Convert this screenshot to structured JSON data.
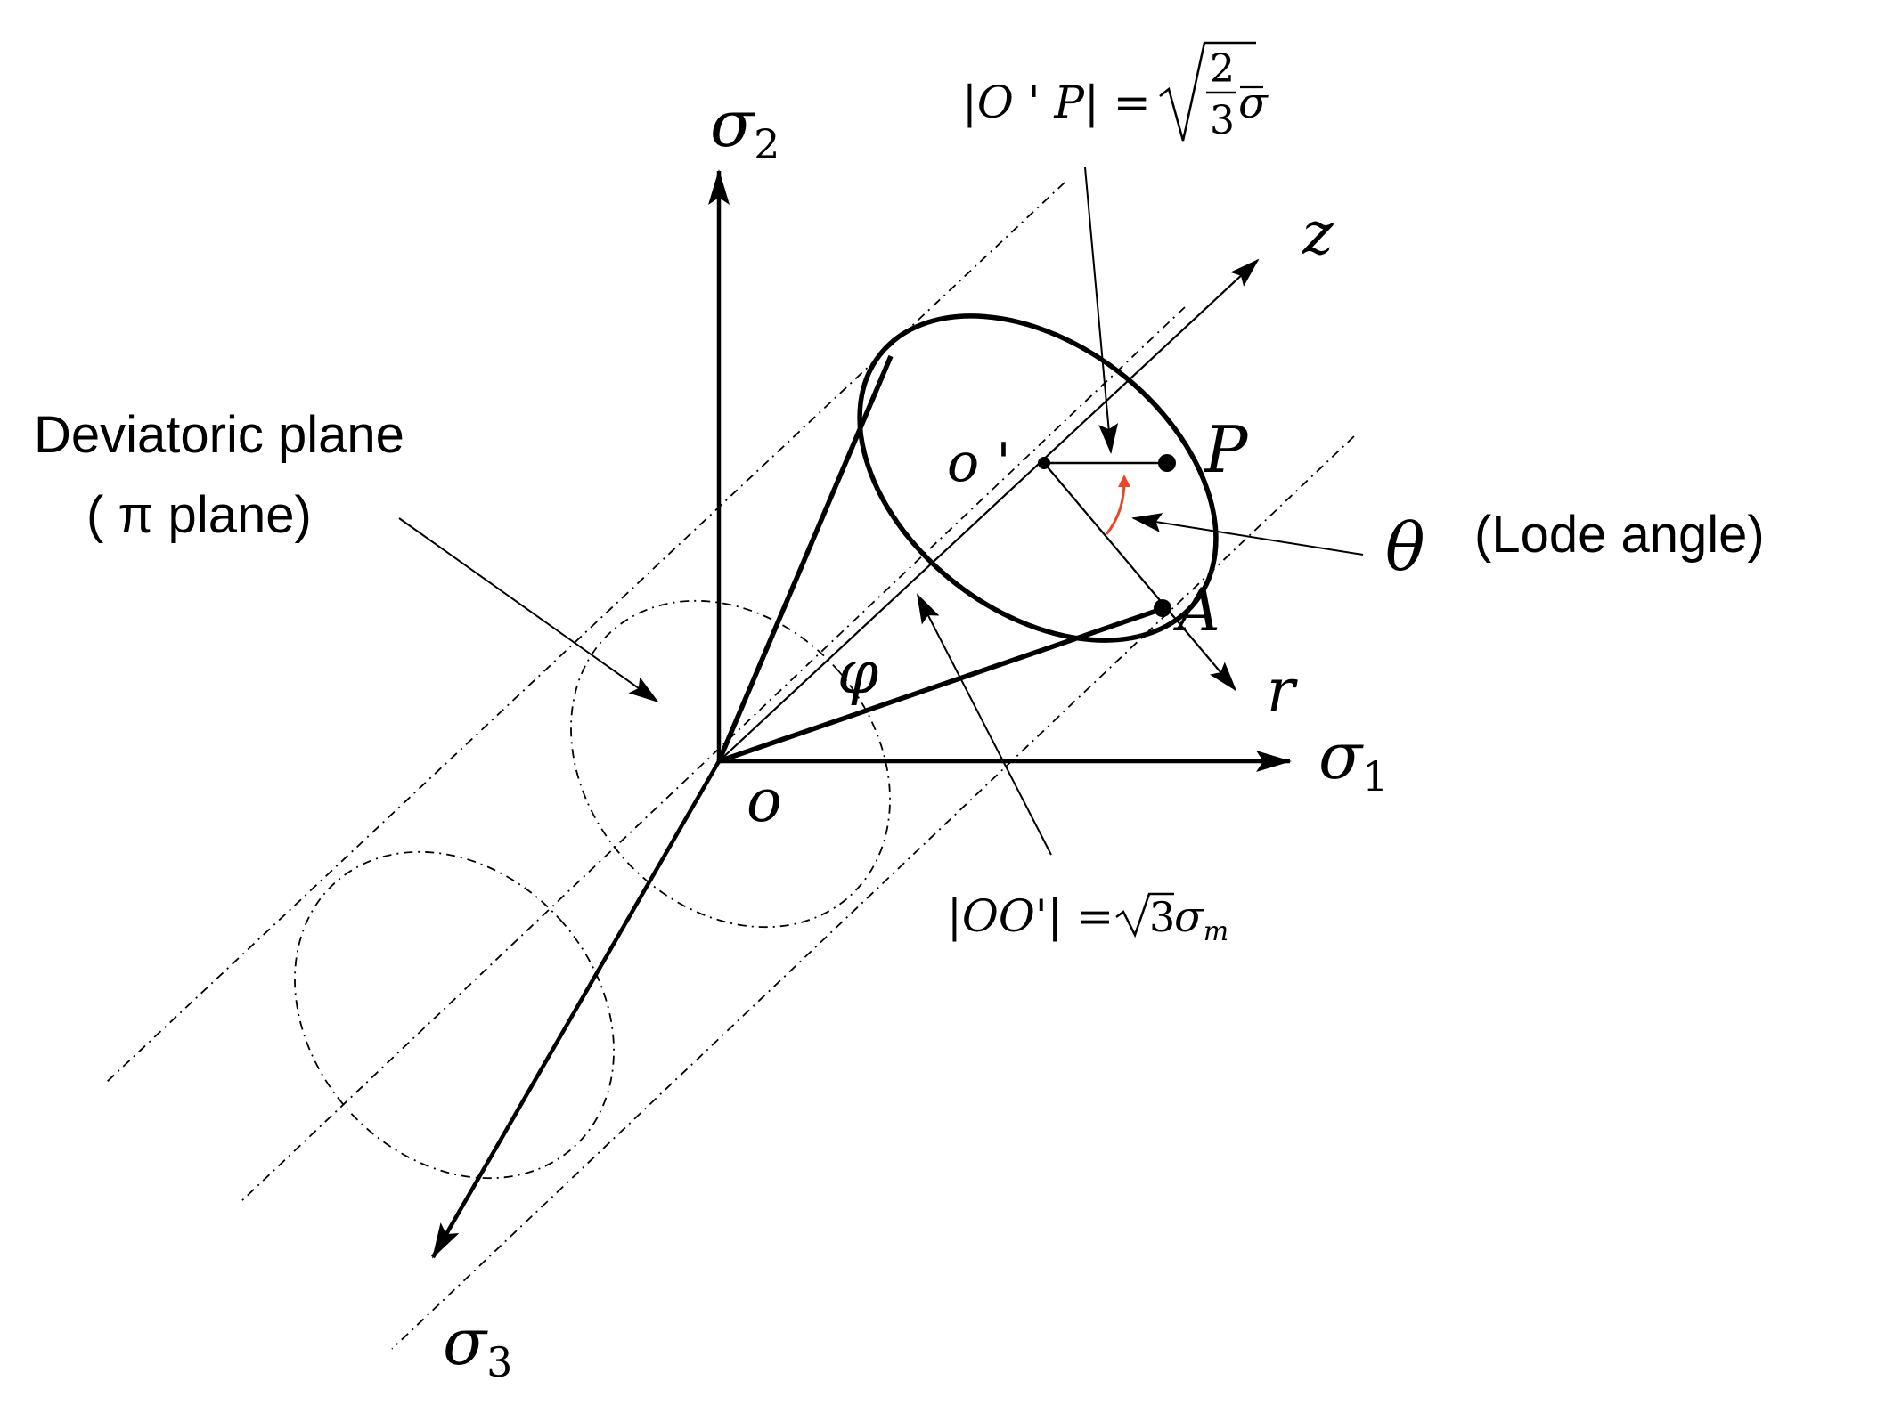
{
  "labels": {
    "sigma2": {
      "base": "σ",
      "sub": "2"
    },
    "sigma1": {
      "base": "σ",
      "sub": "1"
    },
    "sigma3": {
      "base": "σ",
      "sub": "3"
    },
    "origin": "o",
    "center": "o '",
    "z": "z",
    "r": "r",
    "P": "P",
    "A": "A",
    "phi": "φ",
    "theta": "θ",
    "lode": "(Lode angle)",
    "deviatoric_line1": "Deviatoric plane",
    "deviatoric_line2": "( π plane)"
  },
  "formulas": {
    "op_length": {
      "lhs": "|O ' P| =",
      "numerator": "2",
      "denominator": "3",
      "var": "σ"
    },
    "oo_length": {
      "lhs": "|OO'| =",
      "radicand": "3",
      "var": "σ",
      "sub": "m"
    }
  },
  "colors": {
    "ink": "#000000",
    "lode_arrow": "#e8472a"
  }
}
